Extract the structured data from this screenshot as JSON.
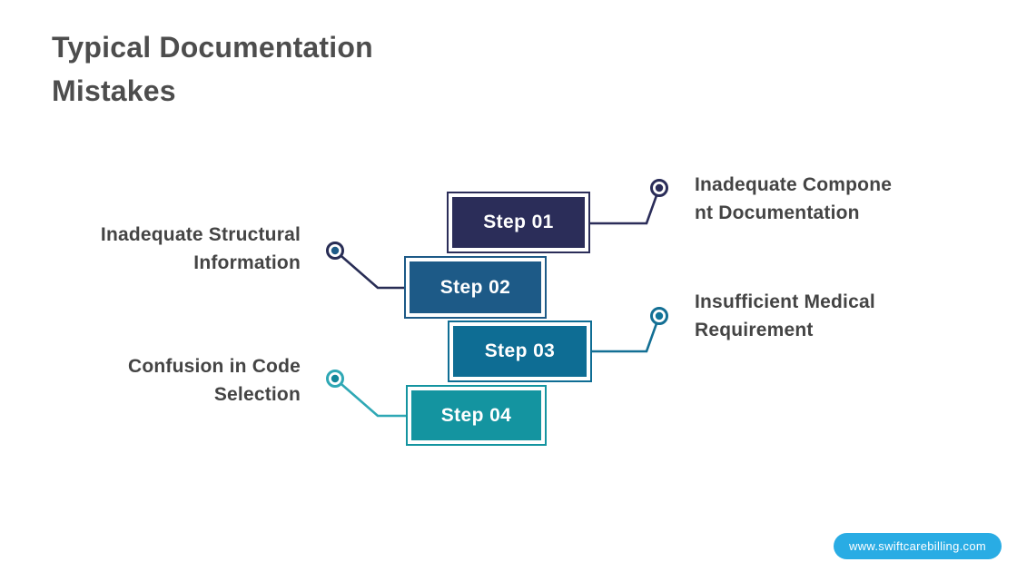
{
  "title": {
    "line1": "Typical Documentation",
    "line2": "Mistakes",
    "color": "#4d4d4d"
  },
  "steps": [
    {
      "label": "Step 01",
      "color": "#2b2d59"
    },
    {
      "label": "Step 02",
      "color": "#1d5a87"
    },
    {
      "label": "Step 03",
      "color": "#0e6d94"
    },
    {
      "label": "Step 04",
      "color": "#1494a0"
    }
  ],
  "annotations": [
    {
      "line1": "Inadequate Compone",
      "line2": "nt Documentation",
      "side": "right",
      "color": "#444444"
    },
    {
      "line1": "Inadequate Structural",
      "line2": "Information",
      "side": "left",
      "color": "#444444"
    },
    {
      "line1": "Insufficient Medical",
      "line2": "Requirement",
      "side": "right",
      "color": "#444444"
    },
    {
      "line1": "Confusion in Code",
      "line2": "Selection",
      "side": "left",
      "color": "#444444"
    }
  ],
  "connectors": [
    {
      "line": "#2b2d59",
      "ring": "#2b2d59",
      "dot": "#2b2d59"
    },
    {
      "line": "#282d55",
      "ring": "#282d55",
      "dot": "#1d5a87"
    },
    {
      "line": "#136f94",
      "ring": "#136f94",
      "dot": "#117499"
    },
    {
      "line": "#2fa8b5",
      "ring": "#2fa8b5",
      "dot": "#12879a"
    }
  ],
  "footer": {
    "url": "www.swiftcarebilling.com",
    "pill_color": "#29ace4",
    "text_color": "#ffffff"
  }
}
